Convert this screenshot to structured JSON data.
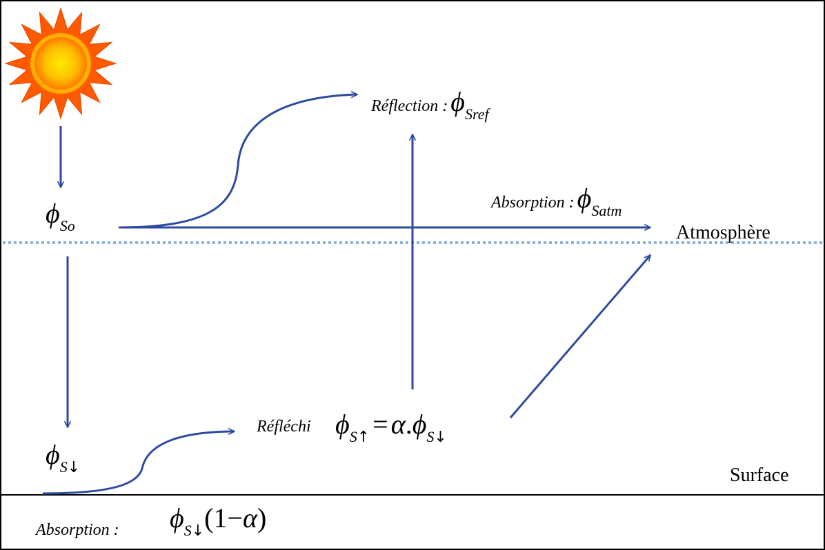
{
  "labels": {
    "reflection_prefix": "Réflection :",
    "absorption_atm_prefix": "Absorption :",
    "atmosphere": "Atmosphère",
    "reflechi": "Réfléchi",
    "surface": "Surface",
    "absorption_surface_prefix": "Absorption :"
  },
  "symbols": {
    "phi": "ϕ",
    "alpha": "α",
    "sub_so": "So",
    "sub_sref": "Sref",
    "sub_satm": "Satm",
    "sub_s": "S",
    "arrow_down": "↓",
    "arrow_up": "↑",
    "equals": "=",
    "dot": ".",
    "one": "1",
    "minus": "−",
    "open_paren": "(",
    "close_paren": ")"
  },
  "colors": {
    "arrow": "#2e4aa0",
    "atmosphere_line": "#8fb4dc",
    "frame": "#000000",
    "sun_outer": "#ff6a00",
    "sun_inner": "#ffd400"
  },
  "icons": {
    "sun": "sun-icon"
  }
}
